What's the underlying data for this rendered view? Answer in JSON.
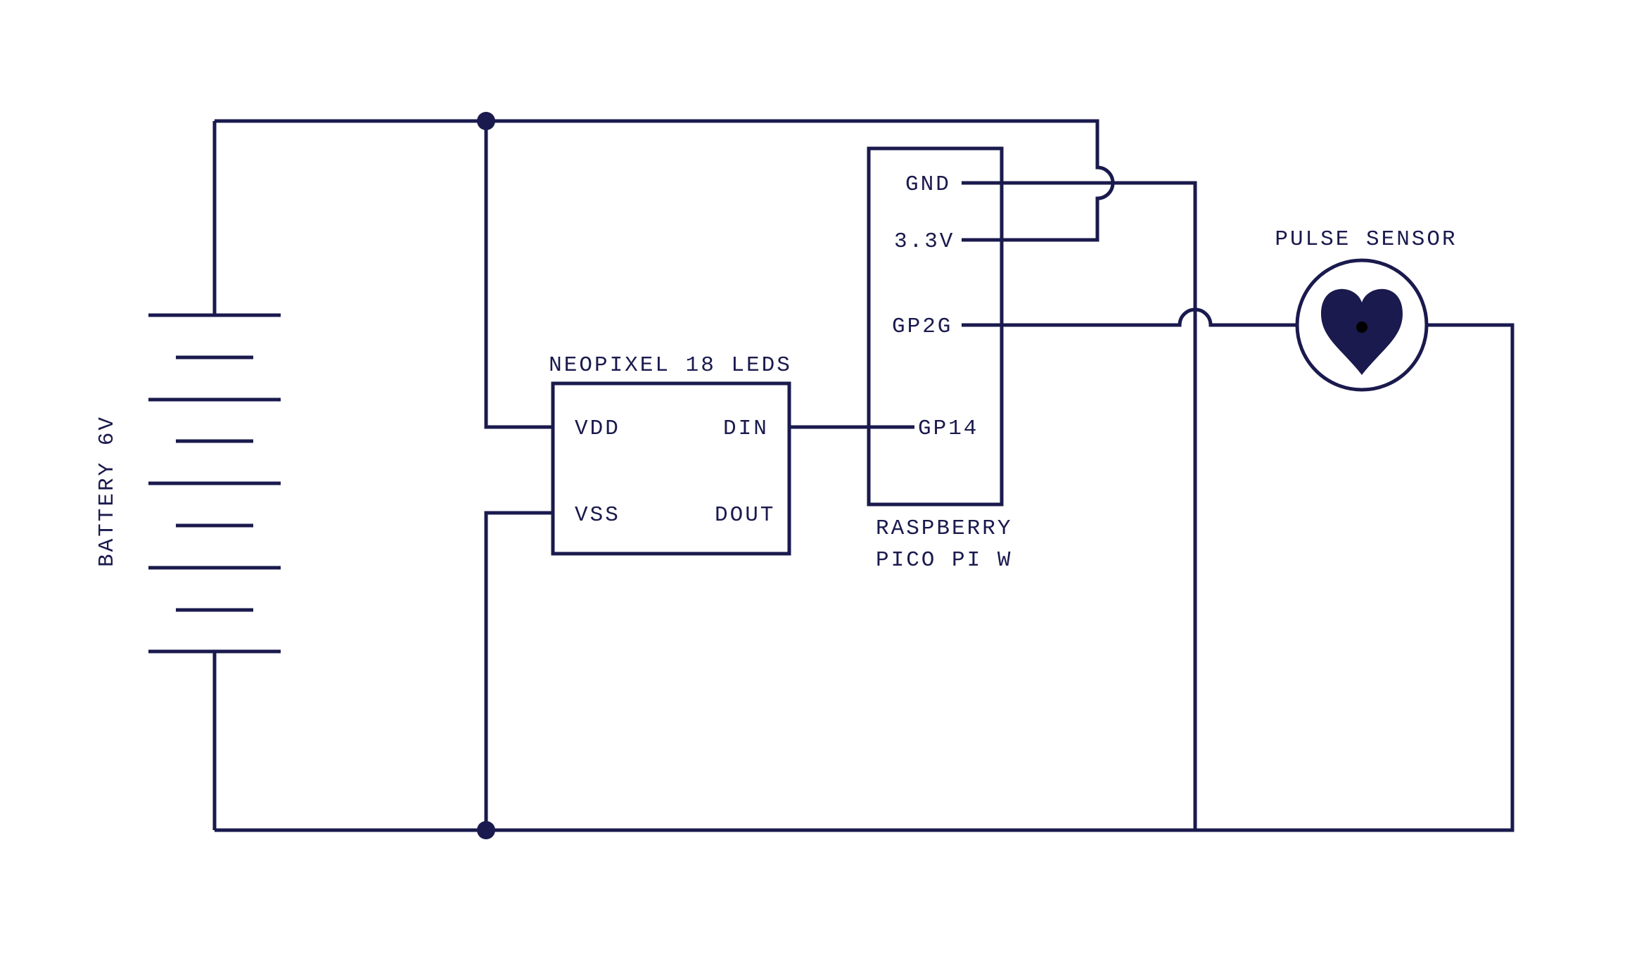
{
  "colors": {
    "ink": "#1a1a4e",
    "background": "#ffffff",
    "heart_fill": "#1a1a4e",
    "center_dot": "#000000"
  },
  "components": {
    "battery": {
      "label": "BATTERY 6V"
    },
    "neopixel": {
      "label": "NEOPIXEL 18 LEDS",
      "pins": {
        "vdd": "VDD",
        "din": "DIN",
        "vss": "VSS",
        "dout": "DOUT"
      }
    },
    "pico": {
      "label_line1": "RASPBERRY",
      "label_line2": "PICO PI W",
      "pins": {
        "gnd": "GND",
        "v33": "3.3V",
        "gp2g": "GP2G",
        "gp14": "GP14"
      }
    },
    "pulse_sensor": {
      "label": "PULSE SENSOR"
    }
  }
}
